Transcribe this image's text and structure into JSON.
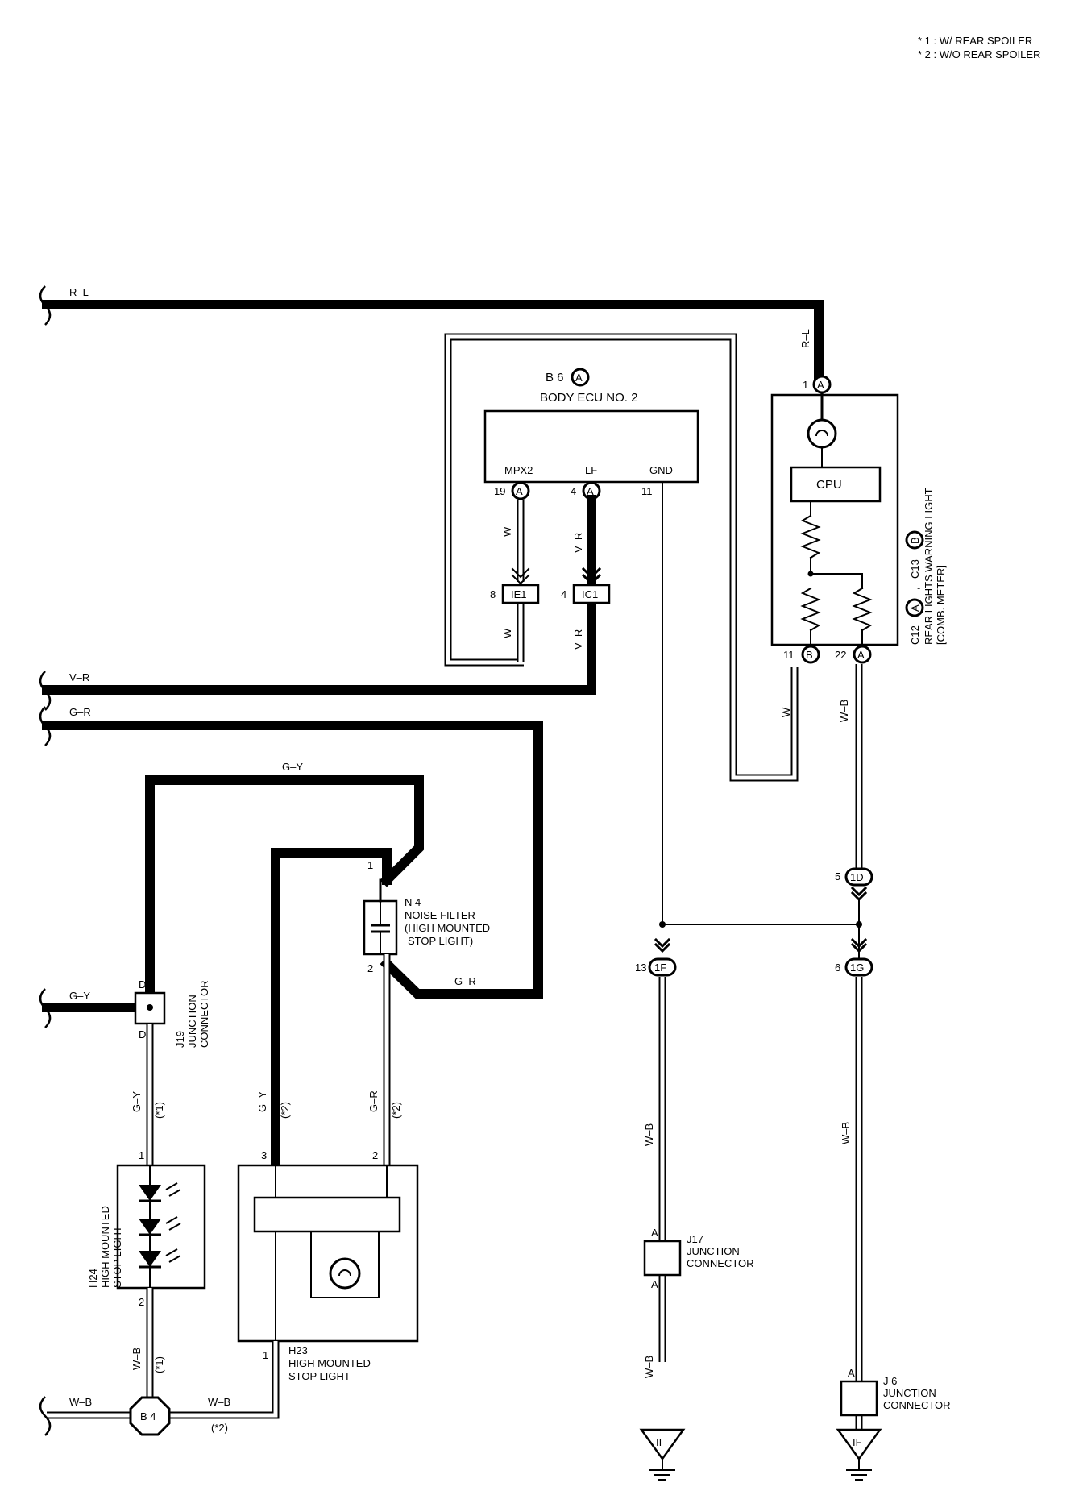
{
  "notes": [
    "* 1 : W/ REAR SPOILER",
    "* 2 : W/O REAR SPOILER"
  ],
  "wire_colors": {
    "rl": "R–L",
    "vr": "V–R",
    "gr": "G–R",
    "gy": "G–Y",
    "w": "W",
    "wb": "W–B"
  },
  "ecu": {
    "ref": "B 6",
    "conn": "A",
    "name": "BODY ECU NO. 2",
    "pin_mpx2": "MPX2",
    "pin_lf": "LF",
    "pin_gnd": "GND",
    "n19": "19",
    "n4": "4",
    "n11": "11"
  },
  "comb_meter": {
    "n1": "1",
    "n11": "11",
    "n22": "22",
    "cpu": "CPU",
    "conn_a": "A",
    "conn_b": "B",
    "ref_c12": "C12",
    "ref_c13": "C13",
    "name1": "REAR LIGHTS WARNING LIGHT",
    "name2": "[COMB. METER]"
  },
  "connectors": {
    "ie1": "IE1",
    "ie1_pin": "8",
    "ic1": "IC1",
    "ic1_pin": "4",
    "c1d": "1D",
    "c1d_pin": "5",
    "c1f": "1F",
    "c1f_pin": "13",
    "c1g": "1G",
    "c1g_pin": "6"
  },
  "noise_filter": {
    "ref": "N 4",
    "line1": "NOISE FILTER",
    "line2": "(HIGH MOUNTED",
    "line3": "STOP LIGHT)",
    "pin1": "1",
    "pin2": "2"
  },
  "j19": {
    "ref": "J19",
    "line1": "JUNCTION",
    "line2": "CONNECTOR",
    "pin": "D"
  },
  "h24": {
    "ref": "H24",
    "line1": "HIGH MOUNTED",
    "line2": "STOP LIGHT",
    "pin1": "1",
    "pin2": "2"
  },
  "h23": {
    "ref": "H23",
    "line1": "HIGH MOUNTED",
    "line2": "STOP LIGHT",
    "pin3": "3",
    "pin2": "2",
    "pin1": "1"
  },
  "j17": {
    "ref": "J17",
    "line1": "JUNCTION",
    "line2": "CONNECTOR",
    "pin": "A"
  },
  "j6": {
    "ref": "J 6",
    "line1": "JUNCTION",
    "line2": "CONNECTOR",
    "pin": "A"
  },
  "b4": "B 4",
  "ground_ii": "II",
  "ground_if": "IF",
  "tags": {
    "star1": "(*1)",
    "star2": "(*2)"
  }
}
